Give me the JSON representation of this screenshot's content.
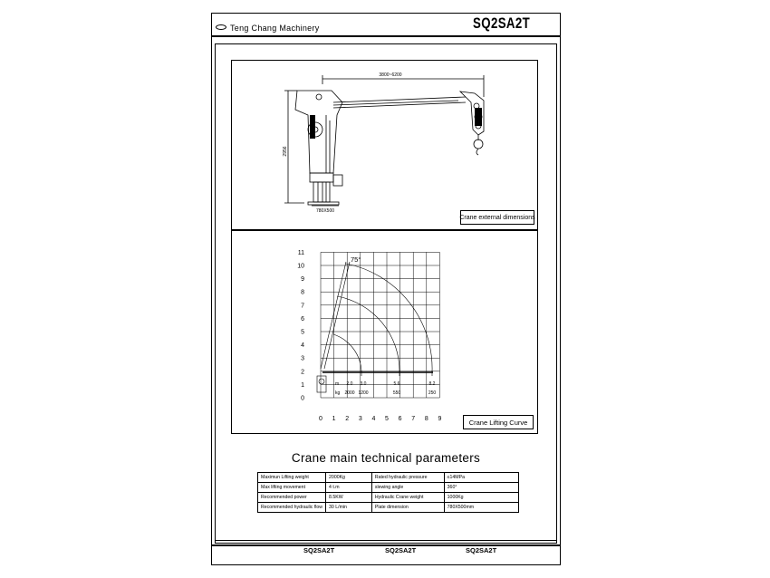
{
  "header": {
    "brand": "Teng Chang Machinery",
    "model": "SQ2SA2T"
  },
  "drawing": {
    "boom_length": "3800~6200",
    "height": "2956",
    "base_size": "780X500",
    "caption": "Crane external dimensions"
  },
  "lifting_curve": {
    "caption": "Crane Lifting Curve",
    "angle": "75°",
    "x_ticks": [
      "0",
      "1",
      "2",
      "3",
      "4",
      "5",
      "6",
      "7",
      "8",
      "9"
    ],
    "y_ticks": [
      "0",
      "1",
      "2",
      "3",
      "4",
      "5",
      "6",
      "7",
      "8",
      "9",
      "10",
      "11"
    ],
    "label_m": "m",
    "label_kg": "kg",
    "radius": [
      "2.0",
      "3.0",
      "5.6",
      "8.2"
    ],
    "load": [
      "2000",
      "1200",
      "550",
      "250"
    ]
  },
  "params": {
    "title": "Crane main technical parameters",
    "rows": [
      {
        "l1": "Maximun   Lifting  weight",
        "v1": "2000Kg",
        "l2": "Rated hydraulic pressure",
        "v2": "≤14MPa"
      },
      {
        "l1": "Max lifting  movement",
        "v1": "4  t.m",
        "l2": "slewing angle",
        "v2": "360°"
      },
      {
        "l1": "Recommended power",
        "v1": "8.5KW",
        "l2": "Hydraulic Crane weight",
        "v2": "1000Kg"
      },
      {
        "l1": "Recommended hydraulic flow",
        "v1": "30  L/min",
        "l2": "Plate dimension",
        "v2": "780X500mm"
      }
    ]
  },
  "footer": {
    "a": "SQ2SA2T",
    "b": "SQ2SA2T",
    "c": "SQ2SA2T"
  }
}
